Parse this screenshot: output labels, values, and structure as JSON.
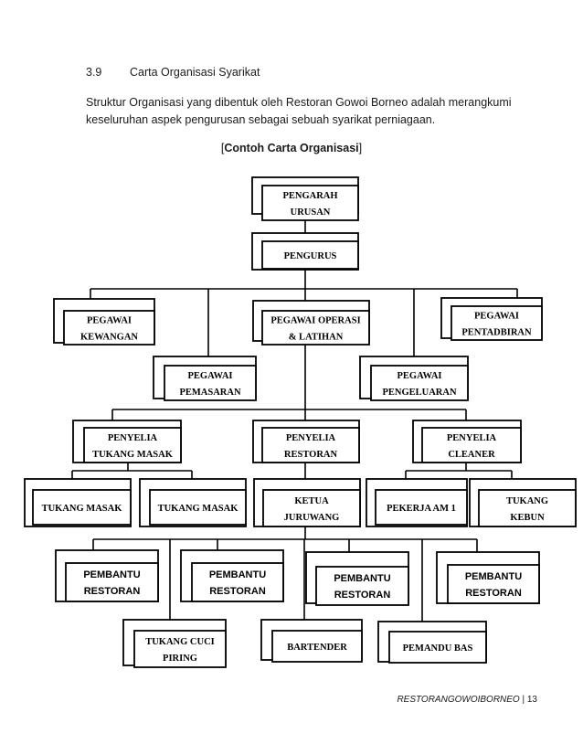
{
  "section": {
    "number": "3.9",
    "title": "Carta Organisasi Syarikat"
  },
  "intro": "Struktur Organisasi yang dibentuk oleh Restoran Gowoi Borneo adalah merangkumi keseluruhan aspek pengurusan sebagai sebuah syarikat perniagaan.",
  "caption": {
    "open": "[",
    "text": "Contoh Carta Organisasi",
    "close": "]"
  },
  "org": {
    "pengarah": [
      "PENGARAH",
      "URUSAN"
    ],
    "pengurus": [
      "PENGURUS"
    ],
    "pegawai_kewangan": [
      "PEGAWAI",
      "KEWANGAN"
    ],
    "pegawai_operasi": [
      "PEGAWAI OPERASI",
      "& LATIHAN"
    ],
    "pegawai_pentadbiran": [
      "PEGAWAI",
      "PENTADBIRAN"
    ],
    "pegawai_pemasaran": [
      "PEGAWAI",
      "PEMASARAN"
    ],
    "pegawai_pengeluaran": [
      "PEGAWAI",
      "PENGELUARAN"
    ],
    "penyelia_tukang_masak": [
      "PENYELIA",
      "TUKANG MASAK"
    ],
    "penyelia_restoran": [
      "PENYELIA",
      "RESTORAN"
    ],
    "penyelia_cleaner": [
      "PENYELIA",
      "CLEANER"
    ],
    "tukang_masak_1": [
      "TUKANG MASAK"
    ],
    "tukang_masak_2": [
      "TUKANG MASAK"
    ],
    "ketua_juruwang": [
      "KETUA",
      "JURUWANG"
    ],
    "pekerja_am": [
      "PEKERJA AM 1"
    ],
    "tukang_kebun": [
      "TUKANG",
      "KEBUN"
    ],
    "pembantu_restoran_1": [
      "PEMBANTU",
      "RESTORAN"
    ],
    "pembantu_restoran_2": [
      "PEMBANTU",
      "RESTORAN"
    ],
    "pembantu_restoran_3": [
      "PEMBANTU",
      "RESTORAN"
    ],
    "pembantu_restoran_4": [
      "PEMBANTU",
      "RESTORAN"
    ],
    "tukang_cuci_piring": [
      "TUKANG CUCI",
      "PIRING"
    ],
    "bartender": [
      "BARTENDER"
    ],
    "pemandu_bas": [
      "PEMANDU BAS"
    ]
  },
  "footer": {
    "label": "RESTORANGOWOIBORNEO",
    "separator": " | ",
    "page": "13"
  }
}
